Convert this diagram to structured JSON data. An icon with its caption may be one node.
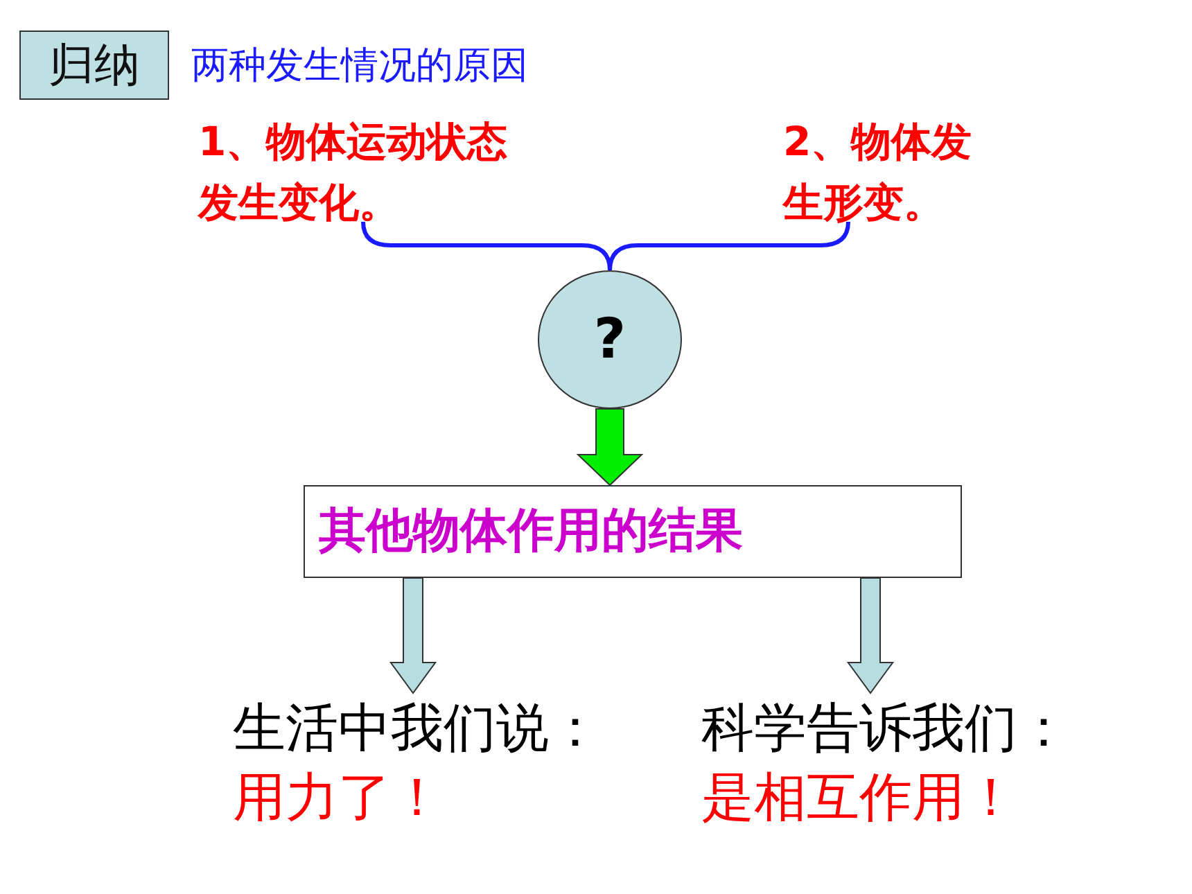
{
  "diagram": {
    "title": "两种发生情况的原因",
    "nodes": [
      {
        "text": [
          "归纳"
        ]
      },
      {
        "text": [
          "1、物体运动状态发生变化。"
        ]
      },
      {
        "text": [
          "2、物体发生形变。"
        ]
      },
      {
        "text": [
          "?"
        ]
      },
      {
        "text": [
          "其他物体作用的结果"
        ]
      },
      {
        "text": [
          "生活中我们说：",
          "用力了！"
        ]
      },
      {
        "text": [
          "科学告诉我们：",
          "是相互作用！"
        ]
      }
    ],
    "edges": [
      {
        "from": 1,
        "to": 3,
        "arrow": "none",
        "color": "#1a1aff"
      },
      {
        "from": 2,
        "to": 3,
        "arrow": "none",
        "color": "#1a1aff"
      },
      {
        "from": 3,
        "to": 4,
        "arrow": "to",
        "style": "thick",
        "color": "#00ee00"
      },
      {
        "from": 4,
        "to": 5,
        "arrow": "to",
        "style": "thick",
        "color": "#b7dde0"
      },
      {
        "from": 4,
        "to": 6,
        "arrow": "to",
        "style": "thick",
        "color": "#b7dde0"
      }
    ]
  }
}
